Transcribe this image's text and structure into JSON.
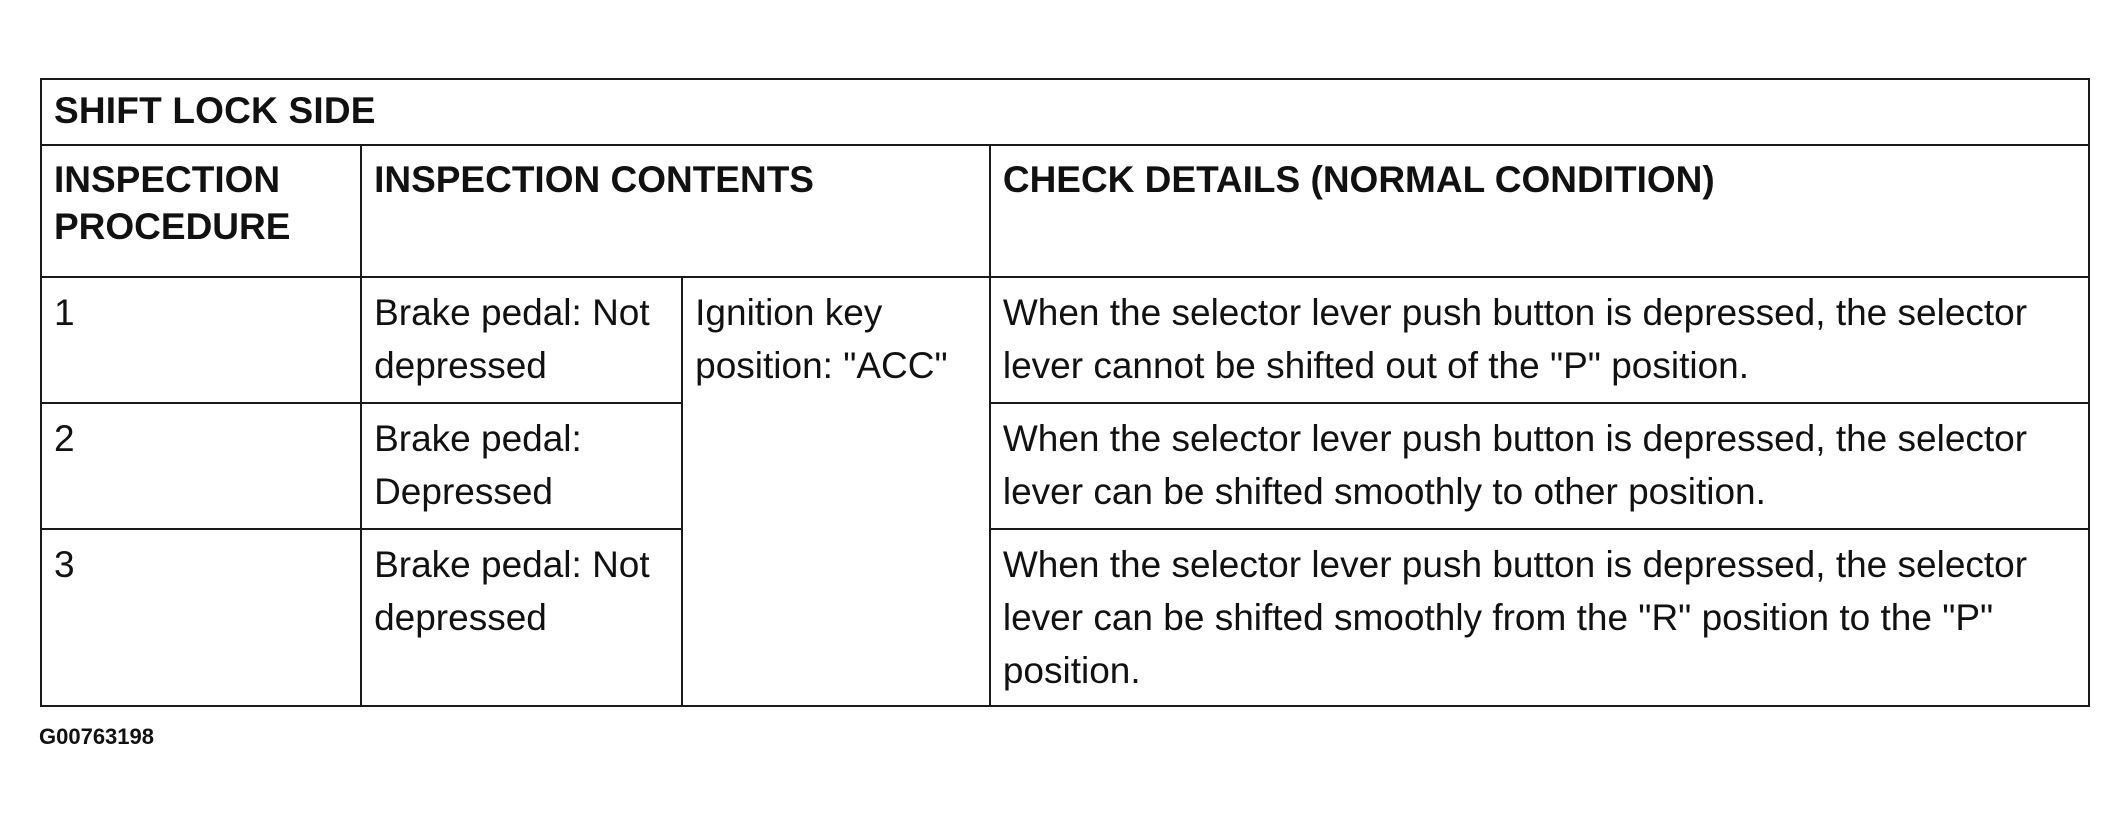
{
  "table": {
    "title": "SHIFT LOCK SIDE",
    "headers": {
      "procedure": "INSPECTION PROCEDURE",
      "contents": "INSPECTION CONTENTS",
      "details": "CHECK DETAILS (NORMAL CONDITION)"
    },
    "ignition": "Ignition key position: \"ACC\"",
    "rows": [
      {
        "procedure": "1",
        "brake": "Brake pedal: Not depressed",
        "details": "When the selector lever push button is depressed, the selector lever cannot be shifted out of the \"P\" position."
      },
      {
        "procedure": "2",
        "brake": "Brake pedal: Depressed",
        "details": "When the selector lever push button is depressed, the selector lever can be shifted smoothly to other position."
      },
      {
        "procedure": "3",
        "brake": "Brake pedal: Not depressed",
        "details": "When the selector lever push button is depressed, the selector lever can be shifted smoothly from the \"R\" position to the \"P\" position."
      }
    ]
  },
  "figure_id": "G00763198"
}
